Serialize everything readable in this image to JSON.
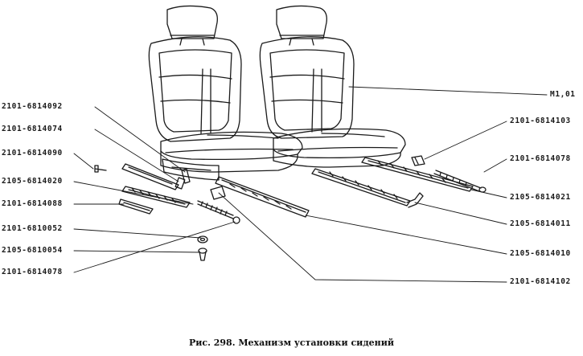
{
  "caption": "Рис. 298. Механизм установки сидений",
  "callouts": {
    "left": [
      "2101-6814092",
      "2101-6814074",
      "2101-6814090",
      "2105-6814020",
      "2101-6814088",
      "2101-6810052",
      "2105-6810054",
      "2101-6814078"
    ],
    "right": [
      "M1,01",
      "2101-6814103",
      "2101-6814078",
      "2105-6814021",
      "2105-6814011",
      "2105-6814010",
      "2101-6814102"
    ]
  },
  "colors": {
    "line": "#1a1a1a",
    "background": "#ffffff"
  }
}
